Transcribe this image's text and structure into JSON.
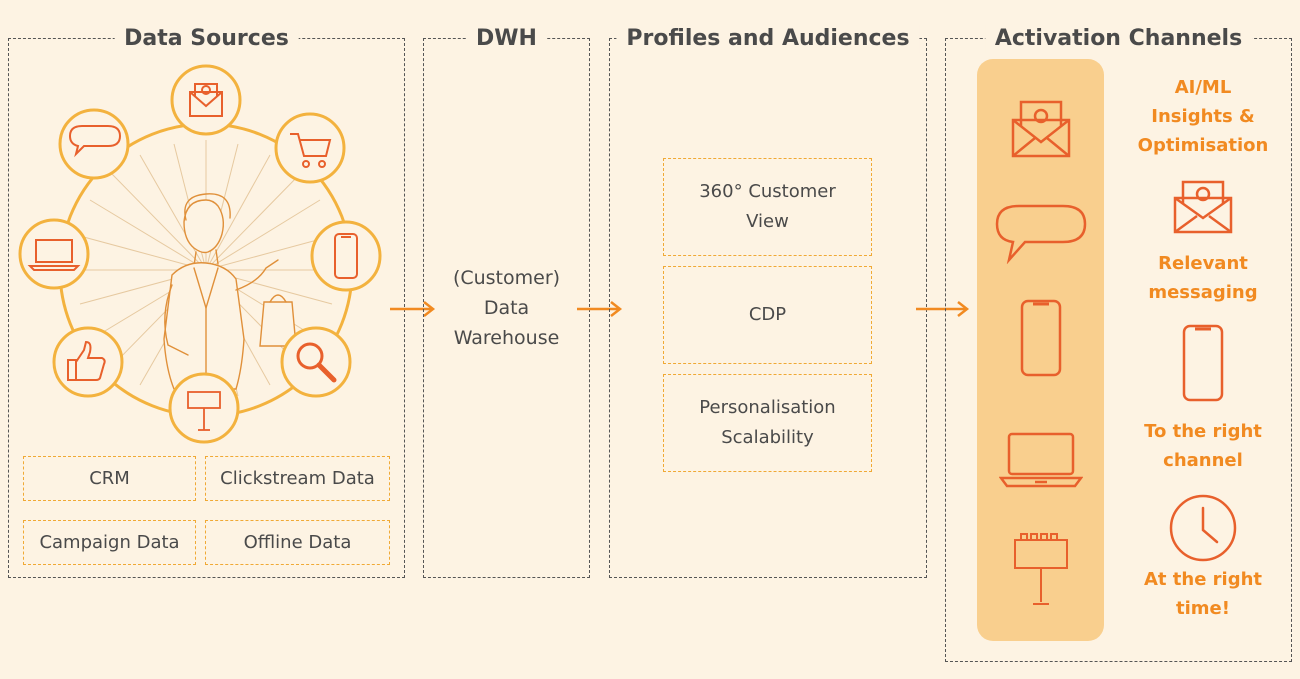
{
  "colors": {
    "background": "#fdf3e3",
    "accent_orange": "#f18a21",
    "icon_red_orange": "#e8602c",
    "circle_gold": "#f3b23e",
    "strip_fill": "#f9cf8e",
    "text_dark": "#4a4a4a"
  },
  "sections": {
    "data_sources": {
      "title": "Data Sources",
      "source_icons": [
        "email-icon",
        "shopping-cart-icon",
        "smartphone-icon",
        "magnifier-icon",
        "billboard-icon",
        "thumbs-up-icon",
        "laptop-icon",
        "speech-bubble-icon"
      ],
      "illustration": "woman-with-shopping-bag",
      "boxes": [
        "CRM",
        "Clickstream Data",
        "Campaign Data",
        "Offline Data"
      ]
    },
    "dwh": {
      "title": "DWH",
      "text": "(Customer)\nData\nWarehouse"
    },
    "profiles": {
      "title": "Profiles and Audiences",
      "boxes": [
        "360° Customer\nView",
        "CDP",
        "Personalisation\nScalability"
      ]
    },
    "activation": {
      "title": "Activation Channels",
      "channel_icons": [
        "email-icon",
        "speech-bubble-icon",
        "smartphone-icon",
        "laptop-icon",
        "billboard-icon"
      ],
      "labels": [
        "AI/ML\nInsights &\nOptimisation",
        "Relevant\nmessaging",
        "To the right\nchannel",
        "At the right\ntime!"
      ],
      "label_icons": [
        "email-icon",
        "smartphone-icon",
        "clock-icon"
      ]
    }
  }
}
